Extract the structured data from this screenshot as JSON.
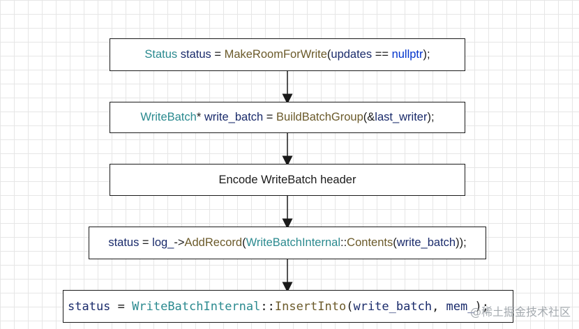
{
  "nodes": [
    {
      "id": "n1",
      "parts": [
        {
          "text": "Status",
          "role": "t"
        },
        {
          "text": " status",
          "role": "v"
        },
        {
          "text": " = ",
          "role": "p"
        },
        {
          "text": "MakeRoomForWrite",
          "role": "f"
        },
        {
          "text": "(",
          "role": "p"
        },
        {
          "text": "updates",
          "role": "v"
        },
        {
          "text": " == ",
          "role": "p"
        },
        {
          "text": "nullptr",
          "role": "k"
        },
        {
          "text": ");",
          "role": "p"
        }
      ]
    },
    {
      "id": "n2",
      "parts": [
        {
          "text": "WriteBatch",
          "role": "t"
        },
        {
          "text": "* ",
          "role": "p"
        },
        {
          "text": "write_batch",
          "role": "v"
        },
        {
          "text": " = ",
          "role": "p"
        },
        {
          "text": "BuildBatchGroup",
          "role": "f"
        },
        {
          "text": "(&",
          "role": "p"
        },
        {
          "text": "last_writer",
          "role": "v"
        },
        {
          "text": ");",
          "role": "p"
        }
      ]
    },
    {
      "id": "n3",
      "parts": [
        {
          "text": "Encode WriteBatch header",
          "role": "p"
        }
      ]
    },
    {
      "id": "n4",
      "parts": [
        {
          "text": "status",
          "role": "v"
        },
        {
          "text": " = ",
          "role": "p"
        },
        {
          "text": "log_",
          "role": "v"
        },
        {
          "text": "->",
          "role": "p"
        },
        {
          "text": "AddRecord",
          "role": "f"
        },
        {
          "text": "(",
          "role": "p"
        },
        {
          "text": "WriteBatchInternal",
          "role": "t"
        },
        {
          "text": "::",
          "role": "p"
        },
        {
          "text": "Contents",
          "role": "f"
        },
        {
          "text": "(",
          "role": "p"
        },
        {
          "text": "write_batch",
          "role": "v"
        },
        {
          "text": "));",
          "role": "p"
        }
      ]
    },
    {
      "id": "n5",
      "parts": [
        {
          "text": "status",
          "role": "v"
        },
        {
          "text": " = ",
          "role": "p"
        },
        {
          "text": "WriteBatchInternal",
          "role": "t"
        },
        {
          "text": "::",
          "role": "p"
        },
        {
          "text": "InsertInto",
          "role": "f"
        },
        {
          "text": "(",
          "role": "p"
        },
        {
          "text": "write_batch",
          "role": "v"
        },
        {
          "text": ", ",
          "role": "p"
        },
        {
          "text": "mem_",
          "role": "v"
        },
        {
          "text": ");",
          "role": "p"
        }
      ]
    }
  ],
  "watermark": "@稀土掘金技术社区"
}
